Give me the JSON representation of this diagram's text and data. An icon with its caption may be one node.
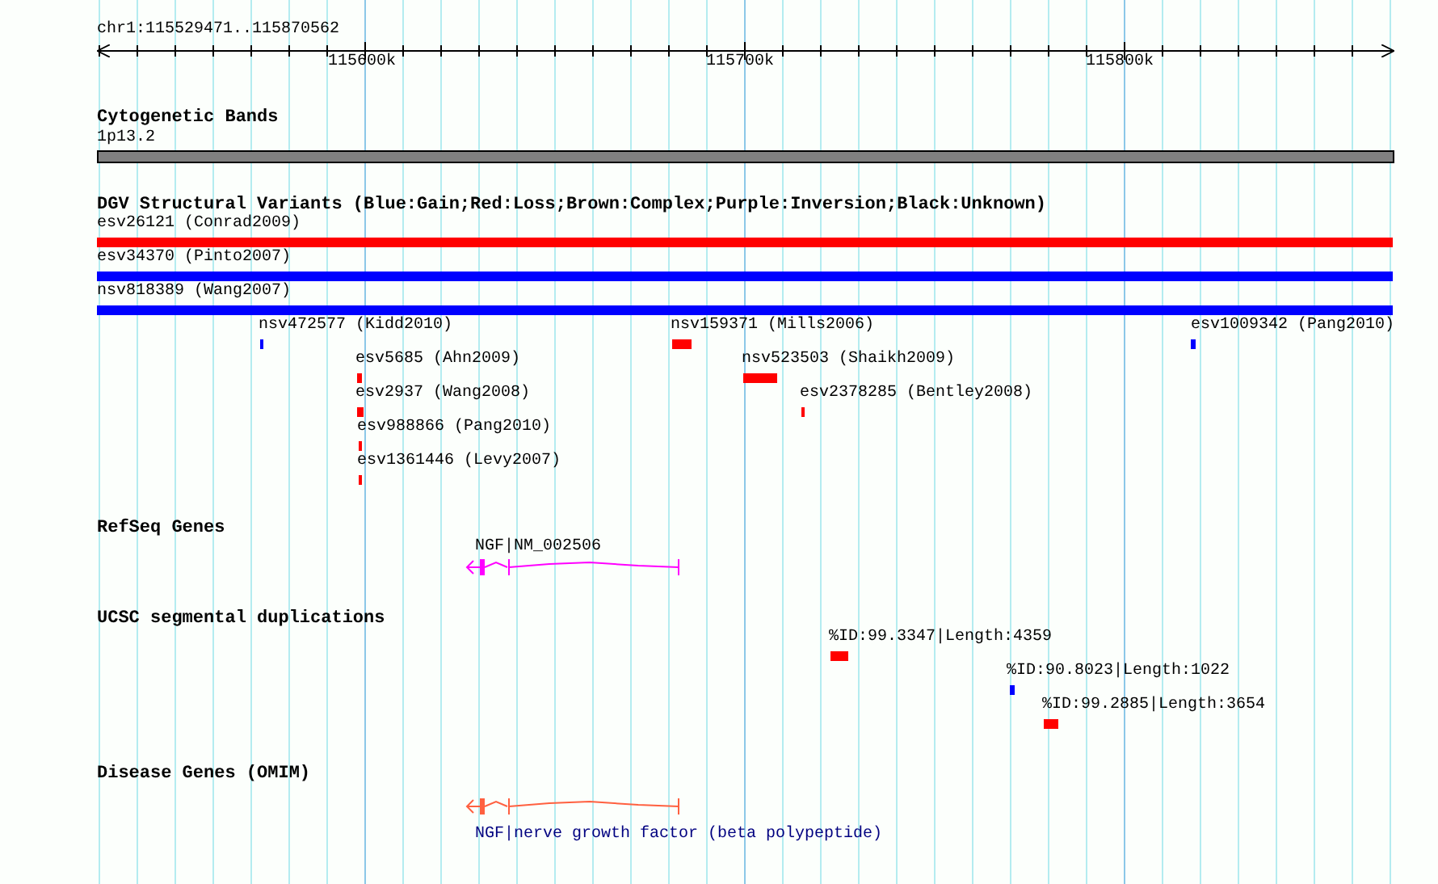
{
  "diagram": {
    "labels": [
      "chr1:115529471..115870562",
      "115600k",
      "115700k",
      "115800k",
      "Cytogenetic Bands",
      "1p13.2",
      "DGV Structural Variants (Blue:Gain;Red:Loss;Brown:Complex;Purple:Inversion;Black:Unknown)",
      "esv26121 (Conrad2009)",
      "esv34370 (Pinto2007)",
      "nsv818389 (Wang2007)",
      "nsv472577 (Kidd2010)",
      "nsv159371 (Mills2006)",
      "esv1009342 (Pang2010)",
      "esv5685 (Ahn2009)",
      "nsv523503 (Shaikh2009)",
      "esv2937 (Wang2008)",
      "esv2378285 (Bentley2008)",
      "esv988866 (Pang2010)",
      "esv1361446 (Levy2007)",
      "RefSeq Genes",
      "NGF|NM_002506",
      "UCSC segmental duplications",
      "%ID:99.3347|Length:4359",
      "%ID:90.8023|Length:1022",
      "%ID:99.2885|Length:3654",
      "Disease Genes (OMIM)",
      "NGF|nerve growth factor (beta polypeptide)"
    ]
  }
}
